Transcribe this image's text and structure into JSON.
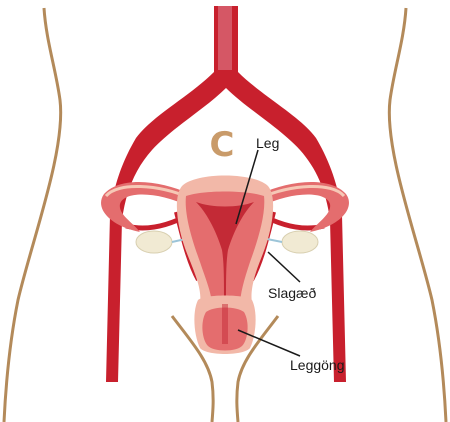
{
  "labels": {
    "uterus": "Leg",
    "artery": "Slagæð",
    "vagina": "Leggöng"
  },
  "colors": {
    "body_outline": "#b38a5a",
    "artery": "#c8202d",
    "artery_highlight": "#d96a78",
    "uterus_outer": "#f2b8a8",
    "uterus_wall": "#e46d6e",
    "uterus_cavity": "#c32a36",
    "ovary": "#f1ead3",
    "tube_light": "#f6c8b6",
    "leader_line": "#1a1a1a"
  }
}
